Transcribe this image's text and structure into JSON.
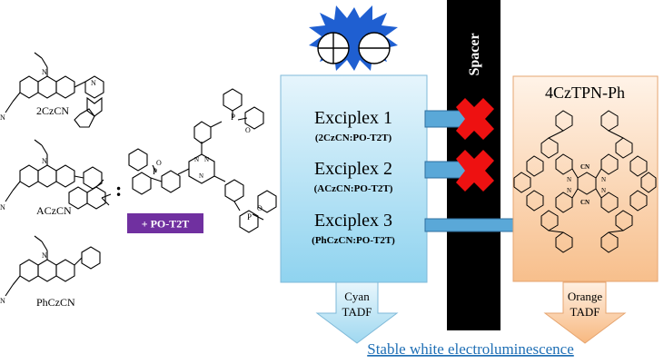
{
  "donors": [
    {
      "name": "2CzCN"
    },
    {
      "name": "ACzCN"
    },
    {
      "name": "PhCzCN"
    }
  ],
  "separator": ":",
  "acceptor": {
    "label": "+ PO-T2T"
  },
  "molecule_atoms": {
    "N": "N",
    "P": "P",
    "O": "O",
    "CN": "CN"
  },
  "exciplexes": [
    {
      "title": "Exciplex 1",
      "composition": "(2CzCN:PO-T2T)"
    },
    {
      "title": "Exciplex 2",
      "composition": "(ACzCN:PO-T2T)"
    },
    {
      "title": "Exciplex 3",
      "composition": "(PhCzCN:PO-T2T)"
    }
  ],
  "spacer": {
    "label": "Spacer"
  },
  "emitter": {
    "title": "4CzTPN-Ph"
  },
  "outputs": {
    "cyan": {
      "line1": "Cyan",
      "line2": "TADF"
    },
    "orange": {
      "line1": "Orange",
      "line2": "TADF"
    }
  },
  "caption": "Stable white electroluminescence",
  "colors": {
    "acceptor_badge": "#7030A0",
    "cyan_box_top": "#ddf1fb",
    "cyan_box_bottom": "#8fd3ef",
    "orange_box_top": "#fff1e4",
    "orange_box_bottom": "#f8c190",
    "blocked_marker": "#ee1111",
    "star": "#1f5fd1",
    "caption": "#1f6fb5"
  }
}
